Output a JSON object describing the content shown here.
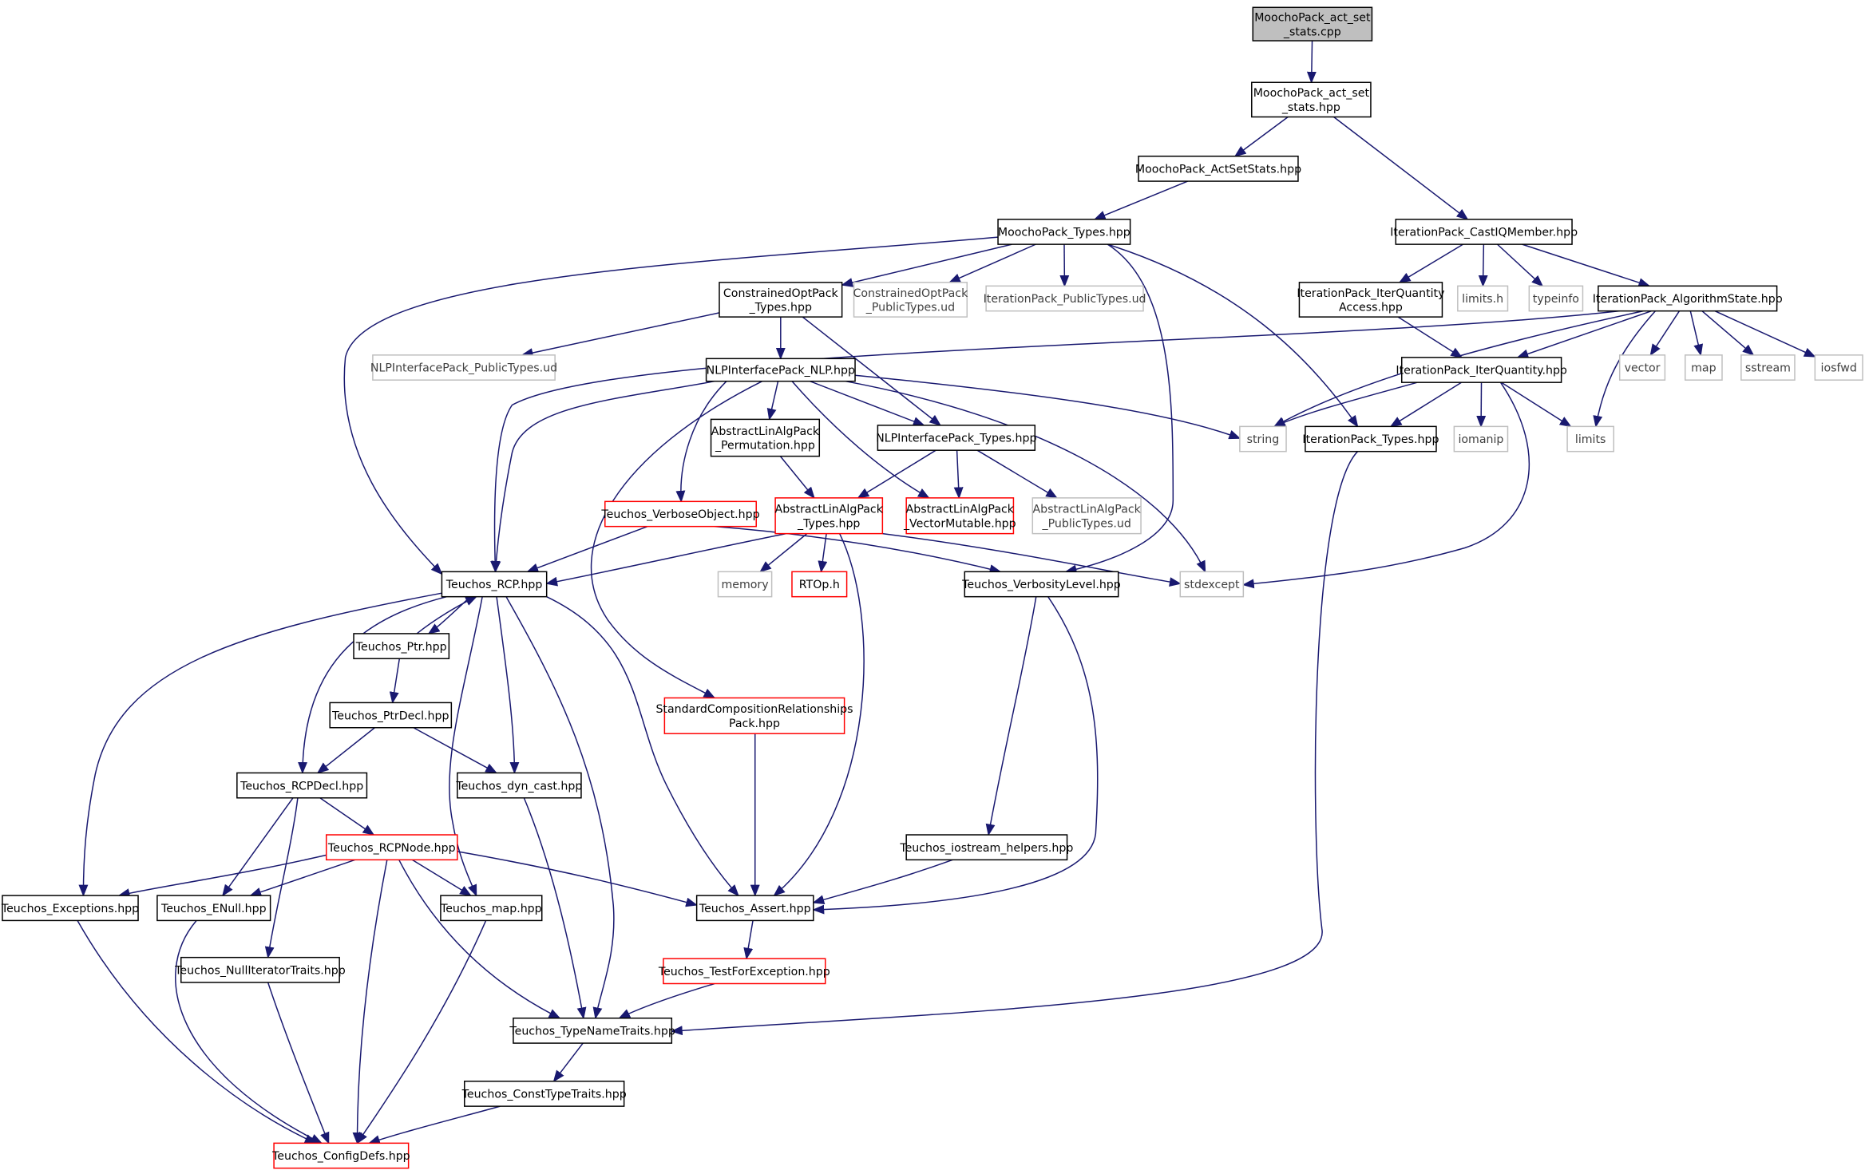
{
  "diagram": {
    "type": "include-dependency-graph",
    "colors": {
      "background": "#ffffff",
      "edge": "#191970",
      "root_fill": "#bfbfbf",
      "node_border": "#000000",
      "external_border": "#bfbfbf",
      "external_text": "#404040",
      "truncated_border": "#ff0000",
      "text": "#000000"
    },
    "nodes": [
      {
        "id": "root",
        "lines": [
          "MoochoPack_act_set",
          "_stats.cpp"
        ],
        "kind": "root"
      },
      {
        "id": "act_set_hpp",
        "lines": [
          "MoochoPack_act_set",
          "_stats.hpp"
        ],
        "kind": "normal"
      },
      {
        "id": "actsetstats",
        "lines": [
          "MoochoPack_ActSetStats.hpp"
        ],
        "kind": "normal"
      },
      {
        "id": "moocho_types",
        "lines": [
          "MoochoPack_Types.hpp"
        ],
        "kind": "normal"
      },
      {
        "id": "castiq",
        "lines": [
          "IterationPack_CastIQMember.hpp"
        ],
        "kind": "normal"
      },
      {
        "id": "conopt_types",
        "lines": [
          "ConstrainedOptPack",
          "_Types.hpp"
        ],
        "kind": "normal"
      },
      {
        "id": "conopt_public",
        "lines": [
          "ConstrainedOptPack",
          "_PublicTypes.ud"
        ],
        "kind": "external"
      },
      {
        "id": "iterpack_public",
        "lines": [
          "IterationPack_PublicTypes.ud"
        ],
        "kind": "external"
      },
      {
        "id": "iq_access",
        "lines": [
          "IterationPack_IterQuantity",
          "Access.hpp"
        ],
        "kind": "normal"
      },
      {
        "id": "limits_h",
        "lines": [
          "limits.h"
        ],
        "kind": "external"
      },
      {
        "id": "typeinfo",
        "lines": [
          "typeinfo"
        ],
        "kind": "external"
      },
      {
        "id": "algstate",
        "lines": [
          "IterationPack_AlgorithmState.hpp"
        ],
        "kind": "normal"
      },
      {
        "id": "nlpi_public",
        "lines": [
          "NLPInterfacePack_PublicTypes.ud"
        ],
        "kind": "external"
      },
      {
        "id": "nlp",
        "lines": [
          "NLPInterfacePack_NLP.hpp"
        ],
        "kind": "normal"
      },
      {
        "id": "iterquantity",
        "lines": [
          "IterationPack_IterQuantity.hpp"
        ],
        "kind": "normal"
      },
      {
        "id": "vector",
        "lines": [
          "vector"
        ],
        "kind": "external"
      },
      {
        "id": "map",
        "lines": [
          "map"
        ],
        "kind": "external"
      },
      {
        "id": "sstream",
        "lines": [
          "sstream"
        ],
        "kind": "external"
      },
      {
        "id": "iosfwd",
        "lines": [
          "iosfwd"
        ],
        "kind": "external"
      },
      {
        "id": "permutation",
        "lines": [
          "AbstractLinAlgPack",
          "_Permutation.hpp"
        ],
        "kind": "normal"
      },
      {
        "id": "nlpi_types",
        "lines": [
          "NLPInterfacePack_Types.hpp"
        ],
        "kind": "normal"
      },
      {
        "id": "string",
        "lines": [
          "string"
        ],
        "kind": "external"
      },
      {
        "id": "iter_types",
        "lines": [
          "IterationPack_Types.hpp"
        ],
        "kind": "normal"
      },
      {
        "id": "iomanip",
        "lines": [
          "iomanip"
        ],
        "kind": "external"
      },
      {
        "id": "limits",
        "lines": [
          "limits"
        ],
        "kind": "external"
      },
      {
        "id": "verboseobj",
        "lines": [
          "Teuchos_VerboseObject.hpp"
        ],
        "kind": "truncated"
      },
      {
        "id": "ala_types",
        "lines": [
          "AbstractLinAlgPack",
          "_Types.hpp"
        ],
        "kind": "truncated"
      },
      {
        "id": "vecmutable",
        "lines": [
          "AbstractLinAlgPack",
          "_VectorMutable.hpp"
        ],
        "kind": "truncated"
      },
      {
        "id": "ala_public",
        "lines": [
          "AbstractLinAlgPack",
          "_PublicTypes.ud"
        ],
        "kind": "external"
      },
      {
        "id": "rcp",
        "lines": [
          "Teuchos_RCP.hpp"
        ],
        "kind": "normal"
      },
      {
        "id": "memory",
        "lines": [
          "memory"
        ],
        "kind": "external"
      },
      {
        "id": "rtop",
        "lines": [
          "RTOp.h"
        ],
        "kind": "truncated"
      },
      {
        "id": "verbosity",
        "lines": [
          "Teuchos_VerbosityLevel.hpp"
        ],
        "kind": "normal"
      },
      {
        "id": "stdexcept",
        "lines": [
          "stdexcept"
        ],
        "kind": "external"
      },
      {
        "id": "ptr",
        "lines": [
          "Teuchos_Ptr.hpp"
        ],
        "kind": "normal"
      },
      {
        "id": "ptrdecl",
        "lines": [
          "Teuchos_PtrDecl.hpp"
        ],
        "kind": "normal"
      },
      {
        "id": "stdcomp",
        "lines": [
          "StandardCompositionRelationships",
          "Pack.hpp"
        ],
        "kind": "truncated"
      },
      {
        "id": "rcpdecl",
        "lines": [
          "Teuchos_RCPDecl.hpp"
        ],
        "kind": "normal"
      },
      {
        "id": "dyncast",
        "lines": [
          "Teuchos_dyn_cast.hpp"
        ],
        "kind": "normal"
      },
      {
        "id": "rcpnode",
        "lines": [
          "Teuchos_RCPNode.hpp"
        ],
        "kind": "truncated"
      },
      {
        "id": "iostream_helpers",
        "lines": [
          "Teuchos_iostream_helpers.hpp"
        ],
        "kind": "normal"
      },
      {
        "id": "exceptions",
        "lines": [
          "Teuchos_Exceptions.hpp"
        ],
        "kind": "normal"
      },
      {
        "id": "enull",
        "lines": [
          "Teuchos_ENull.hpp"
        ],
        "kind": "normal"
      },
      {
        "id": "tmap",
        "lines": [
          "Teuchos_map.hpp"
        ],
        "kind": "normal"
      },
      {
        "id": "assert",
        "lines": [
          "Teuchos_Assert.hpp"
        ],
        "kind": "normal"
      },
      {
        "id": "nulliter",
        "lines": [
          "Teuchos_NullIteratorTraits.hpp"
        ],
        "kind": "normal"
      },
      {
        "id": "testforexc",
        "lines": [
          "Teuchos_TestForException.hpp"
        ],
        "kind": "truncated"
      },
      {
        "id": "typenametraits",
        "lines": [
          "Teuchos_TypeNameTraits.hpp"
        ],
        "kind": "normal"
      },
      {
        "id": "consttypetraits",
        "lines": [
          "Teuchos_ConstTypeTraits.hpp"
        ],
        "kind": "normal"
      },
      {
        "id": "configdefs",
        "lines": [
          "Teuchos_ConfigDefs.hpp"
        ],
        "kind": "truncated"
      }
    ],
    "edges": [
      [
        "root",
        "act_set_hpp"
      ],
      [
        "act_set_hpp",
        "actsetstats"
      ],
      [
        "act_set_hpp",
        "castiq"
      ],
      [
        "actsetstats",
        "moocho_types"
      ],
      [
        "moocho_types",
        "rcp"
      ],
      [
        "moocho_types",
        "conopt_types"
      ],
      [
        "moocho_types",
        "conopt_public"
      ],
      [
        "moocho_types",
        "iterpack_public"
      ],
      [
        "moocho_types",
        "verbosity"
      ],
      [
        "moocho_types",
        "iter_types"
      ],
      [
        "castiq",
        "iq_access"
      ],
      [
        "castiq",
        "limits_h"
      ],
      [
        "castiq",
        "typeinfo"
      ],
      [
        "castiq",
        "algstate"
      ],
      [
        "conopt_types",
        "nlpi_public"
      ],
      [
        "conopt_types",
        "nlp"
      ],
      [
        "conopt_types",
        "nlpi_types"
      ],
      [
        "iq_access",
        "iterquantity"
      ],
      [
        "algstate",
        "rcp"
      ],
      [
        "algstate",
        "iterquantity"
      ],
      [
        "algstate",
        "string"
      ],
      [
        "algstate",
        "limits"
      ],
      [
        "algstate",
        "vector"
      ],
      [
        "algstate",
        "map"
      ],
      [
        "algstate",
        "sstream"
      ],
      [
        "algstate",
        "iosfwd"
      ],
      [
        "nlp",
        "rcp"
      ],
      [
        "nlp",
        "permutation"
      ],
      [
        "nlp",
        "nlpi_types"
      ],
      [
        "nlp",
        "string"
      ],
      [
        "nlp",
        "verboseobj"
      ],
      [
        "nlp",
        "vecmutable"
      ],
      [
        "nlp",
        "stdexcept"
      ],
      [
        "nlp",
        "stdcomp"
      ],
      [
        "iterquantity",
        "string"
      ],
      [
        "iterquantity",
        "iter_types"
      ],
      [
        "iterquantity",
        "iomanip"
      ],
      [
        "iterquantity",
        "limits"
      ],
      [
        "iterquantity",
        "stdexcept"
      ],
      [
        "permutation",
        "ala_types"
      ],
      [
        "nlpi_types",
        "ala_types"
      ],
      [
        "nlpi_types",
        "vecmutable"
      ],
      [
        "nlpi_types",
        "ala_public"
      ],
      [
        "iter_types",
        "typenametraits"
      ],
      [
        "verboseobj",
        "rcp"
      ],
      [
        "verboseobj",
        "verbosity"
      ],
      [
        "ala_types",
        "rcp"
      ],
      [
        "ala_types",
        "memory"
      ],
      [
        "ala_types",
        "rtop"
      ],
      [
        "ala_types",
        "stdexcept"
      ],
      [
        "ala_types",
        "assert"
      ],
      [
        "rcp",
        "ptr"
      ],
      [
        "rcp",
        "rcpdecl"
      ],
      [
        "rcp",
        "dyncast"
      ],
      [
        "rcp",
        "exceptions"
      ],
      [
        "rcp",
        "tmap"
      ],
      [
        "rcp",
        "assert"
      ],
      [
        "rcp",
        "typenametraits"
      ],
      [
        "ptr",
        "rcp"
      ],
      [
        "ptr",
        "ptrdecl"
      ],
      [
        "ptrdecl",
        "rcpdecl"
      ],
      [
        "ptrdecl",
        "dyncast"
      ],
      [
        "verbosity",
        "iostream_helpers"
      ],
      [
        "verbosity",
        "assert"
      ],
      [
        "stdcomp",
        "assert"
      ],
      [
        "rcpdecl",
        "rcpnode"
      ],
      [
        "rcpdecl",
        "enull"
      ],
      [
        "rcpdecl",
        "nulliter"
      ],
      [
        "dyncast",
        "typenametraits"
      ],
      [
        "rcpnode",
        "exceptions"
      ],
      [
        "rcpnode",
        "enull"
      ],
      [
        "rcpnode",
        "tmap"
      ],
      [
        "rcpnode",
        "assert"
      ],
      [
        "rcpnode",
        "typenametraits"
      ],
      [
        "rcpnode",
        "configdefs"
      ],
      [
        "iostream_helpers",
        "assert"
      ],
      [
        "exceptions",
        "configdefs"
      ],
      [
        "enull",
        "configdefs"
      ],
      [
        "tmap",
        "configdefs"
      ],
      [
        "assert",
        "testforexc"
      ],
      [
        "nulliter",
        "configdefs"
      ],
      [
        "testforexc",
        "typenametraits"
      ],
      [
        "typenametraits",
        "consttypetraits"
      ],
      [
        "consttypetraits",
        "configdefs"
      ]
    ]
  }
}
